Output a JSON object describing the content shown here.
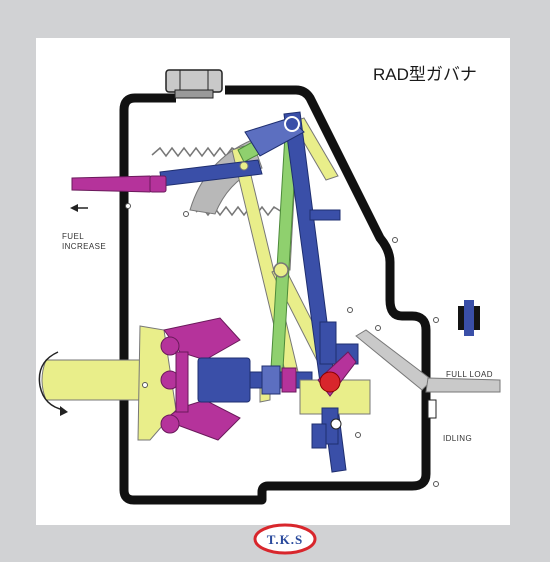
{
  "diagram": {
    "title": "RAD型ガバナ",
    "labels": {
      "fuel_increase_line1": "FUEL",
      "fuel_increase_line2": "INCREASE",
      "full_load": "FULL LOAD",
      "idling": "IDLING"
    }
  },
  "logo": {
    "text": "T.K.S"
  },
  "colors": {
    "background": "#d1d2d4",
    "panel": "#ffffff",
    "housing": "#111111",
    "yellow_link": "#e9ee8a",
    "blue_lever": "#3a4fa8",
    "magenta": "#b5339b",
    "logo_red": "#d8262c",
    "logo_blue": "#2a4a9c"
  }
}
